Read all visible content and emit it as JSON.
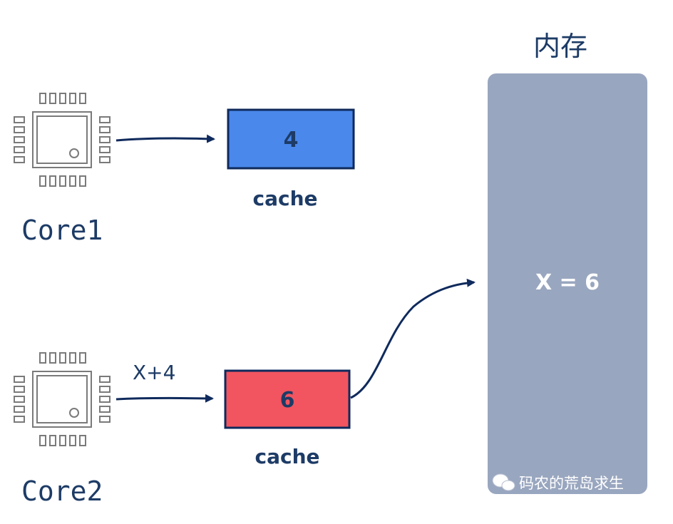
{
  "memory": {
    "title": "内存",
    "value_text": "X = 6",
    "fill_color": "#99a6bf"
  },
  "cores": [
    {
      "label": "Core1",
      "cache": {
        "value": "4",
        "label": "cache",
        "fill_color": "#4a88eb"
      },
      "arrow_label": ""
    },
    {
      "label": "Core2",
      "cache": {
        "value": "6",
        "label": "cache",
        "fill_color": "#f2555f"
      },
      "arrow_label": "X+4"
    }
  ],
  "watermark": {
    "text": "码农的荒岛求生",
    "icon": "wechat-icon"
  },
  "colors": {
    "stroke": "#0f2a5c",
    "label_text": "#1d3b66",
    "chip_stroke": "#7a7a7a"
  }
}
